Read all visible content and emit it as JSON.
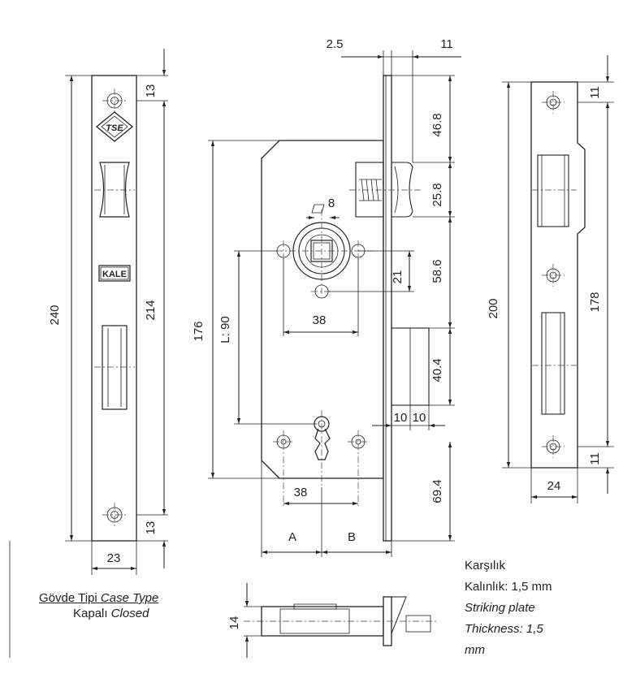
{
  "case_type": {
    "label_tr": "Gövde Tipi",
    "label_en": "Case Type",
    "value_tr": "Kapalı",
    "value_en": "Closed"
  },
  "striking_plate_note": {
    "line1": "Karşılık",
    "line2": "Kalınlık: 1,5 mm",
    "line3": "Striking plate",
    "line4": "Thickness: 1,5",
    "line5": "mm"
  },
  "logos": {
    "tse": "TSE",
    "kale": "KALE"
  },
  "faceplate_dims": {
    "top": "13",
    "height_total": "240",
    "hole_spacing": "214",
    "bottom": "13",
    "width": "23"
  },
  "lock_body_dims": {
    "plate_thickness": "2.5",
    "bolt_offset": "11",
    "top_to_latch": "46.8",
    "latch_height": "25.8",
    "spindle_square": "8",
    "spindle_to_holes": "21",
    "spindle_to_bolt": "58.6",
    "body_height": "176",
    "distance_l": "L: 90",
    "hole_spacing_upper": "38",
    "bolt_height": "40.4",
    "bolt_throw_1": "10",
    "bolt_throw_2": "10",
    "hole_spacing_lower": "38",
    "bottom_to_key": "69.4",
    "backset_a": "A",
    "backset_b": "B",
    "case_thickness": "14"
  },
  "strike_plate_dims": {
    "top": "11",
    "height_total": "200",
    "hole_spacing": "178",
    "bottom": "11",
    "width": "24"
  }
}
